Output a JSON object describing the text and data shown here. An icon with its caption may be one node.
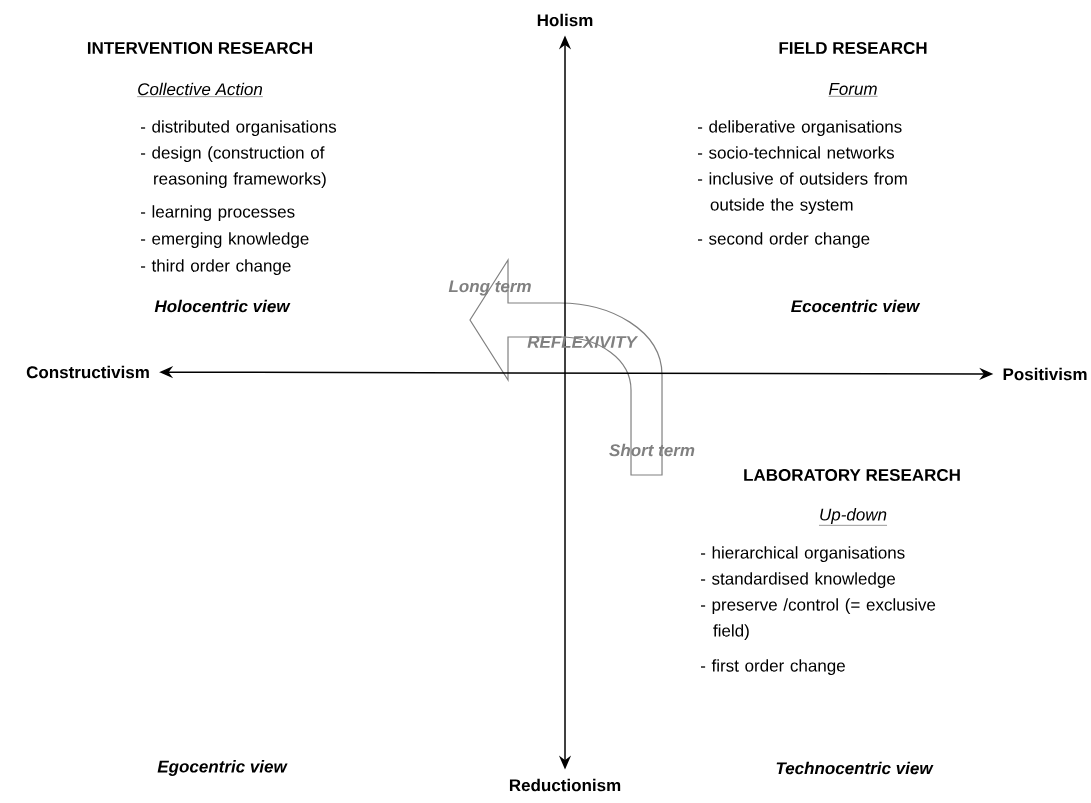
{
  "diagram": {
    "nodes": [
      {
        "text": [
          "Holism"
        ]
      },
      {
        "text": [
          "Constructivism"
        ]
      },
      {
        "text": [
          "Positivism"
        ]
      },
      {
        "text": [
          "Reductionism"
        ]
      }
    ],
    "edges": [
      {
        "from": 1,
        "to": 2,
        "arrow": "both"
      },
      {
        "from": 0,
        "to": 3,
        "arrow": "both"
      }
    ],
    "labels": [
      "INTERVENTION RESEARCH",
      "FIELD RESEARCH",
      "Collective Action",
      "Forum",
      "- distributed organisations",
      "- design (construction of reasoning frameworks)",
      "- learning processes",
      "- emerging knowledge",
      "- third order change",
      "- deliberative organisations",
      "- socio-technical networks",
      "- inclusive of outsiders from outside the system",
      "- second order change",
      "Long term",
      "Holocentric view",
      "Ecocentric view",
      "REFLEXIVITY",
      "Short term",
      "LABORATORY RESEARCH",
      "Up-down",
      "- hierarchical organisations",
      "- standardised knowledge",
      "- preserve /control (= exclusive field)",
      "- first order change",
      "Egocentric view",
      "Technocentric view"
    ]
  }
}
